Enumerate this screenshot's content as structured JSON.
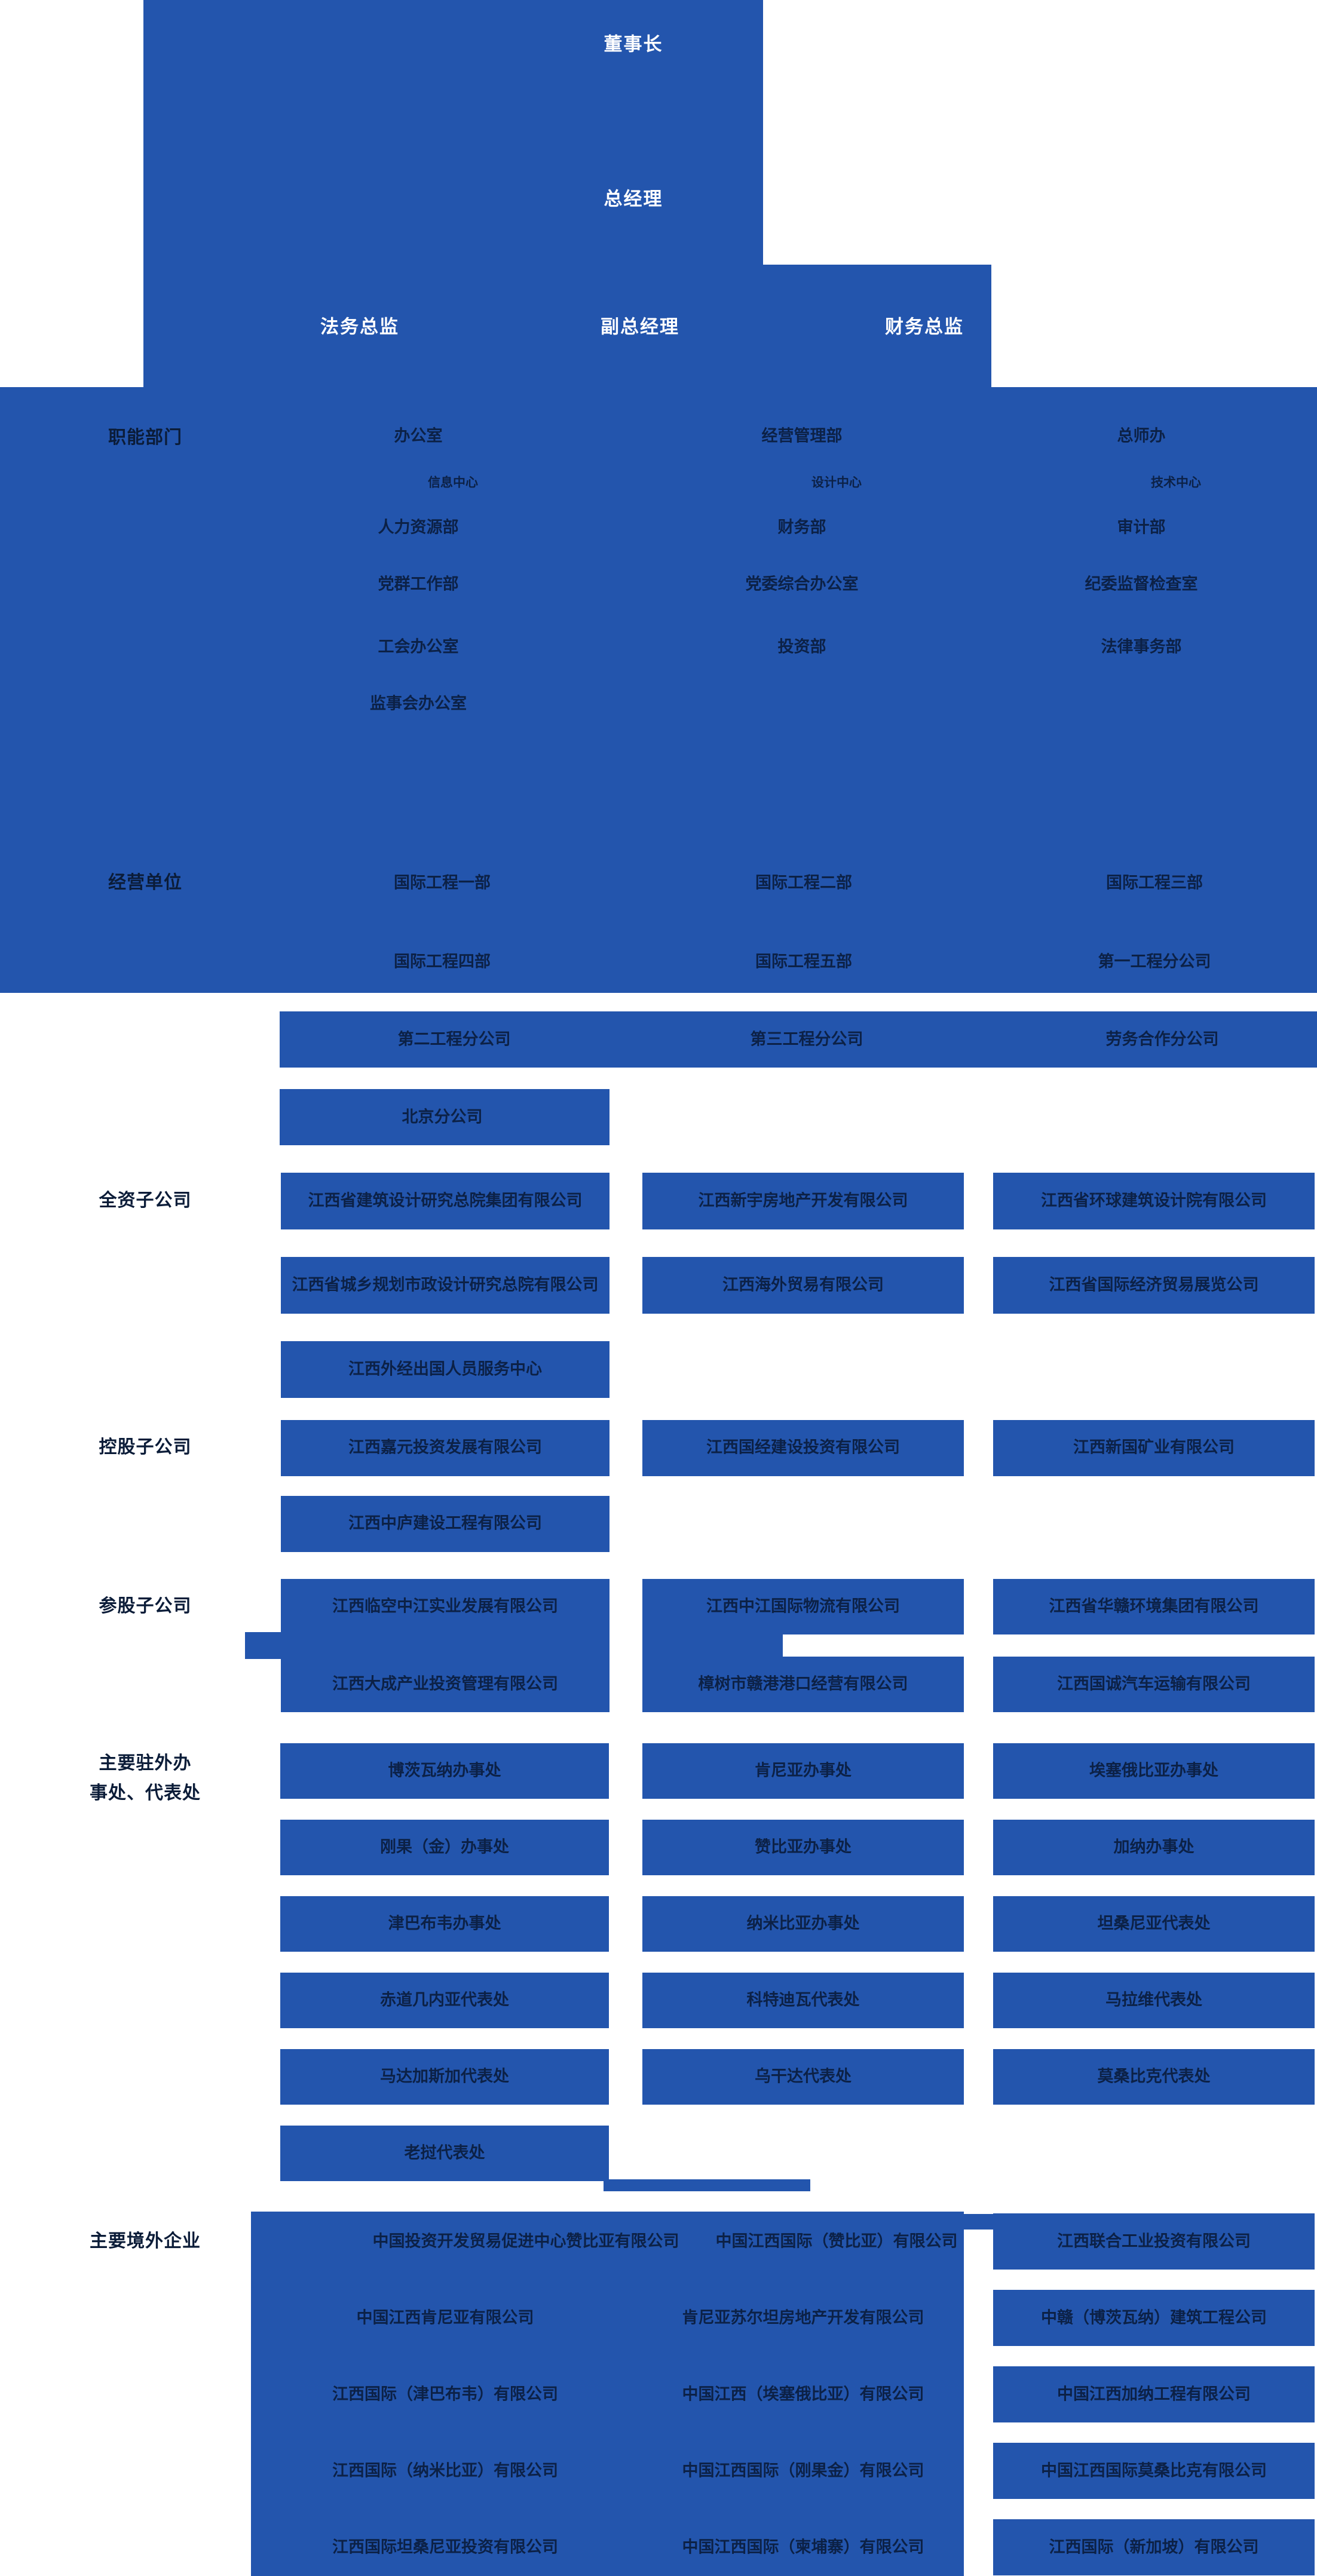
{
  "org": {
    "top": {
      "chairman": "董事长",
      "general_manager": "总经理",
      "legal_director": "法务总监",
      "deputy_general_manager": "副总经理",
      "finance_director": "财务总监"
    },
    "labels": {
      "functional": "职能部门",
      "business": "经营单位",
      "wholly_owned": "全资子公司",
      "holding": "控股子公司",
      "minority": "参股子公司",
      "offices_line1": "主要驻外办",
      "offices_line2": "事处、代表处",
      "overseas": "主要境外企业"
    },
    "functional": {
      "row1": [
        "办公室",
        "经营管理部",
        "总师办"
      ],
      "centers": [
        "信息中心",
        "设计中心",
        "技术中心"
      ],
      "row3": [
        "人力资源部",
        "财务部",
        "审计部"
      ],
      "row4": [
        "党群工作部",
        "党委综合办公室",
        "纪委监督检查室"
      ],
      "row5": [
        "工会办公室",
        "投资部",
        "法律事务部"
      ],
      "row6": [
        "监事会办公室"
      ]
    },
    "business": {
      "row1": [
        "国际工程一部",
        "国际工程二部",
        "国际工程三部"
      ],
      "row2": [
        "国际工程四部",
        "国际工程五部",
        "第一工程分公司"
      ],
      "row3": [
        "第二工程分公司",
        "第三工程分公司",
        "劳务合作分公司"
      ],
      "row4": [
        "北京分公司"
      ]
    },
    "wholly_owned": [
      [
        "江西省建筑设计研究总院集团有限公司",
        "江西新宇房地产开发有限公司",
        "江西省环球建筑设计院有限公司"
      ],
      [
        "江西省城乡规划市政设计研究总院有限公司",
        "江西海外贸易有限公司",
        "江西省国际经济贸易展览公司"
      ],
      [
        "江西外经出国人员服务中心"
      ]
    ],
    "holding": [
      [
        "江西嘉元投资发展有限公司",
        "江西国经建设投资有限公司",
        "江西新国矿业有限公司"
      ],
      [
        "江西中庐建设工程有限公司"
      ]
    ],
    "minority": [
      [
        "江西临空中江实业发展有限公司",
        "江西中江国际物流有限公司",
        "江西省华赣环境集团有限公司"
      ],
      [
        "江西大成产业投资管理有限公司",
        "樟树市赣港港口经营有限公司",
        "江西国诚汽车运输有限公司"
      ]
    ],
    "offices": [
      [
        "博茨瓦纳办事处",
        "肯尼亚办事处",
        "埃塞俄比亚办事处"
      ],
      [
        "刚果（金）办事处",
        "赞比亚办事处",
        "加纳办事处"
      ],
      [
        "津巴布韦办事处",
        "纳米比亚办事处",
        "坦桑尼亚代表处"
      ],
      [
        "赤道几内亚代表处",
        "科特迪瓦代表处",
        "马拉维代表处"
      ],
      [
        "马达加斯加代表处",
        "乌干达代表处",
        "莫桑比克代表处"
      ],
      [
        "老挝代表处"
      ]
    ],
    "overseas": [
      [
        "中国投资开发贸易促进中心赞比亚有限公司",
        "中国江西国际（赞比亚）有限公司",
        "江西联合工业投资有限公司"
      ],
      [
        "中国江西肯尼亚有限公司",
        "肯尼亚苏尔坦房地产开发有限公司",
        "中赣（博茨瓦纳）建筑工程公司"
      ],
      [
        "江西国际（津巴布韦）有限公司",
        "中国江西（埃塞俄比亚）有限公司",
        "中国江西加纳工程有限公司"
      ],
      [
        "江西国际（纳米比亚）有限公司",
        "中国江西国际（刚果金）有限公司",
        "中国江西国际莫桑比克有限公司"
      ],
      [
        "江西国际坦桑尼亚投资有限公司",
        "中国江西国际（柬埔寨）有限公司",
        "江西国际（新加坡）有限公司"
      ]
    ],
    "colors": {
      "blue": "#2355AD",
      "dark_text": "#0C2146",
      "white_text": "#FFFFFF"
    }
  }
}
